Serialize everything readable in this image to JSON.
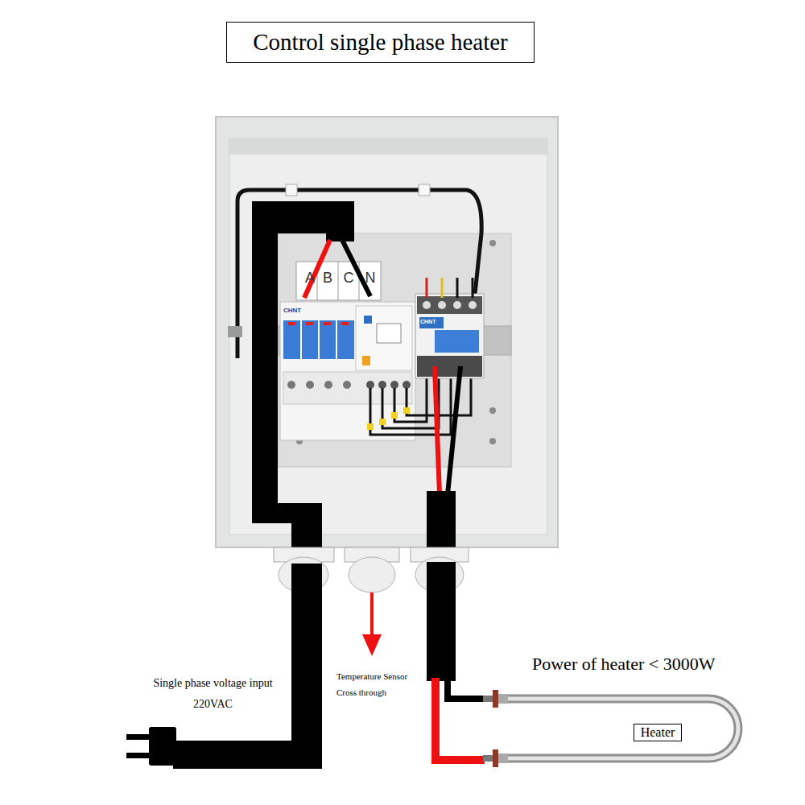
{
  "diagram": {
    "title": "Control single phase heater",
    "nodes": [
      {
        "text": [
          "Heater"
        ]
      }
    ],
    "labels": [
      "A",
      "B",
      "C",
      "N",
      "CHNT",
      "CHNT",
      "Temperature Sensor Cross through",
      "Single phase voltage input 220VAC",
      "Power of heater < 3000W"
    ]
  }
}
